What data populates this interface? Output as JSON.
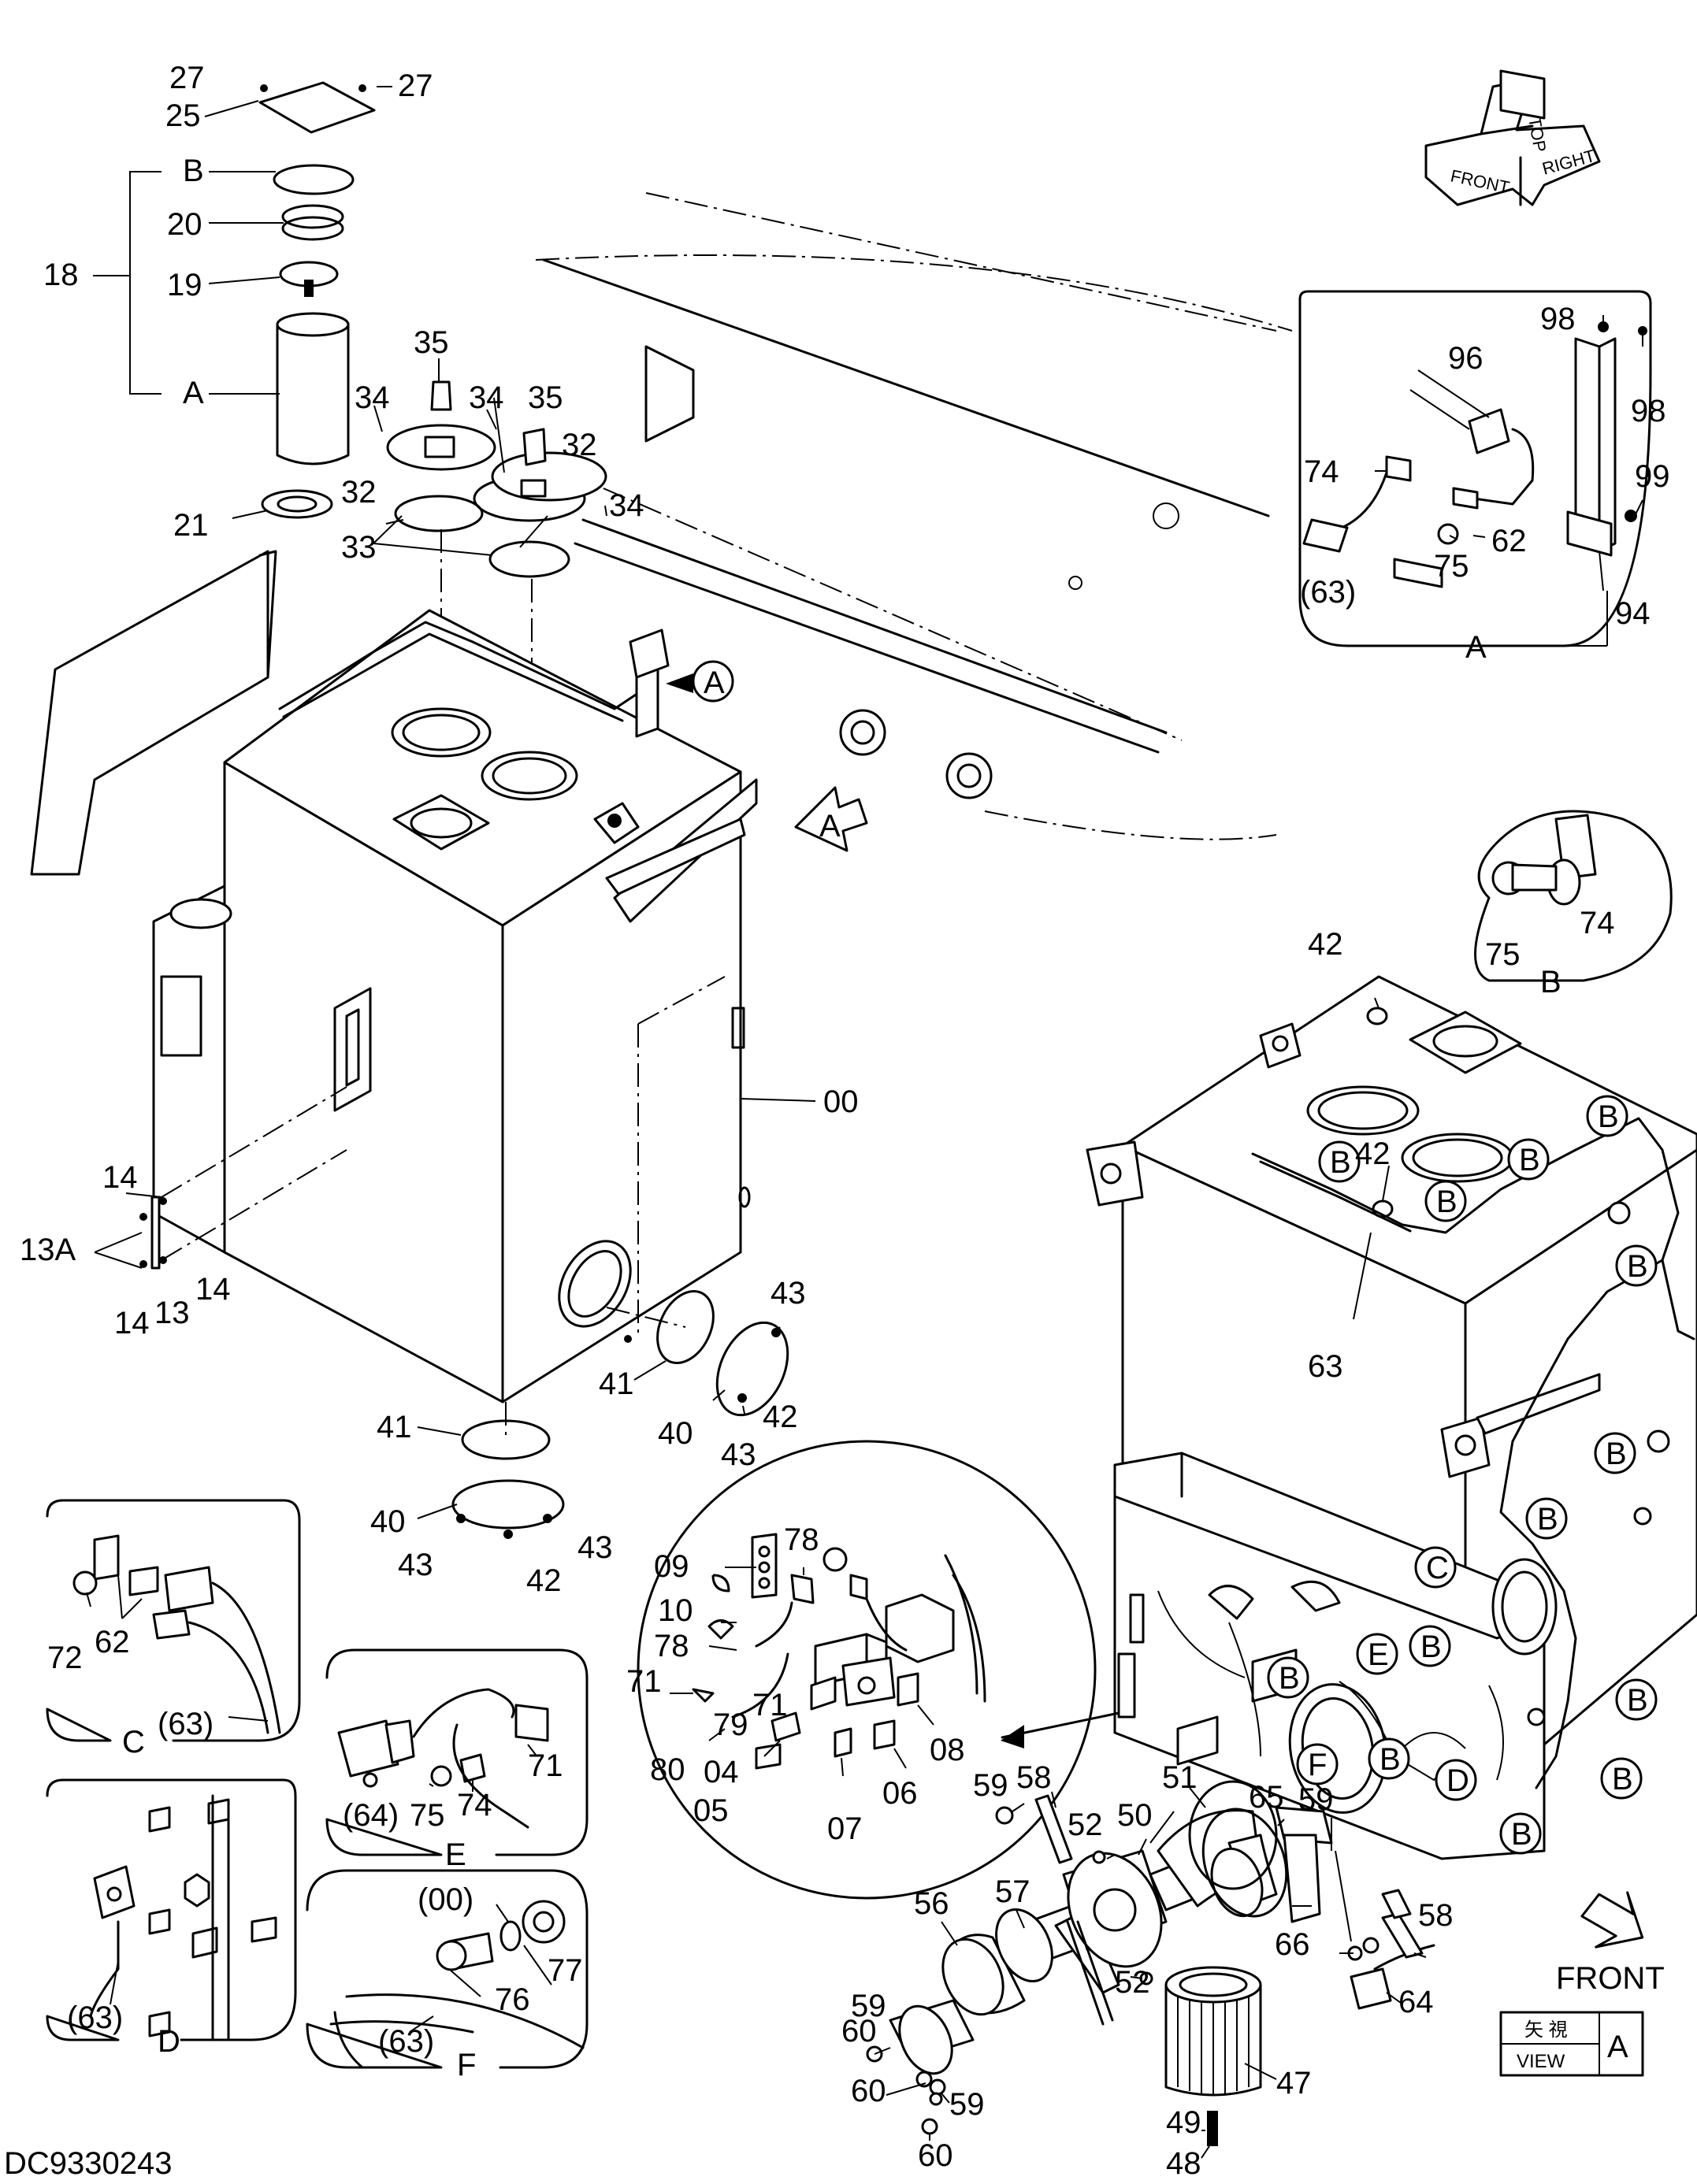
{
  "drawing_id": "DC9330243",
  "orientation_symbol": {
    "labels": [
      "FRONT",
      "TOP",
      "RIGHT"
    ]
  },
  "front_arrow_label": "FRONT",
  "view_tag": {
    "kanji": "矢 視",
    "view": "VIEW",
    "letter": "A"
  },
  "section_refs": {
    "A_inset": "A",
    "B_inset": "B",
    "C_inset": "C",
    "D_inset": "D",
    "E_inset": "E",
    "F_inset": "F",
    "A_callout_on_tank": "A",
    "A_view_arrow": "A",
    "bracket_18_top": "B",
    "bracket_18_bottom": "A"
  },
  "part_labels": {
    "p27a": "27",
    "p27b": "27",
    "p25": "25",
    "p18": "18",
    "p20": "20",
    "p19": "19",
    "p21": "21",
    "p35a": "35",
    "p35b": "35",
    "p34a": "34",
    "p34b": "34",
    "p34c": "34",
    "p32a": "32",
    "p32b": "32",
    "p33": "33",
    "p00": "00",
    "p14a": "14",
    "p13A": "13A",
    "p14b": "14",
    "p13": "13",
    "p14c": "14",
    "p41a": "41",
    "p43a": "43",
    "p40a": "40",
    "p42a": "42",
    "p43b": "43",
    "p41b": "41",
    "p40b": "40",
    "p43c": "43",
    "p42b": "42",
    "p43d": "43",
    "p98a": "98",
    "p96": "96",
    "p98b": "98",
    "p74a": "74",
    "p99": "99",
    "p62a": "62",
    "p75a": "75",
    "p63a": "(63)",
    "p94": "94",
    "p75b": "75",
    "p74b": "74",
    "p42c": "42",
    "p42d": "42",
    "p63b": "63",
    "p09": "09",
    "p78a": "78",
    "p10": "10",
    "p78b": "78",
    "p71a": "71",
    "p71b": "71",
    "p79": "79",
    "p80": "80",
    "p04": "04",
    "p05": "05",
    "p07": "07",
    "p06": "06",
    "p08": "08",
    "p72": "72",
    "p62b": "62",
    "p63c": "(63)",
    "p64a": "(64)",
    "p75c": "75",
    "p74c": "74",
    "p71c": "71",
    "p63d": "(63)",
    "p00b": "(00)",
    "p77": "77",
    "p76": "76",
    "p63e": "(63)",
    "p58a": "58",
    "p59a": "59",
    "p52a": "52",
    "p50": "50",
    "p51": "51",
    "p57": "57",
    "p56": "56",
    "p60a": "60",
    "p59b": "59",
    "p52b": "52",
    "p60b": "60",
    "p59c": "59",
    "p60c": "60",
    "p65": "65",
    "p59d": "59",
    "p58b": "58",
    "p66": "66",
    "p64b": "64",
    "p47": "47",
    "p49": "49",
    "p48": "48"
  }
}
